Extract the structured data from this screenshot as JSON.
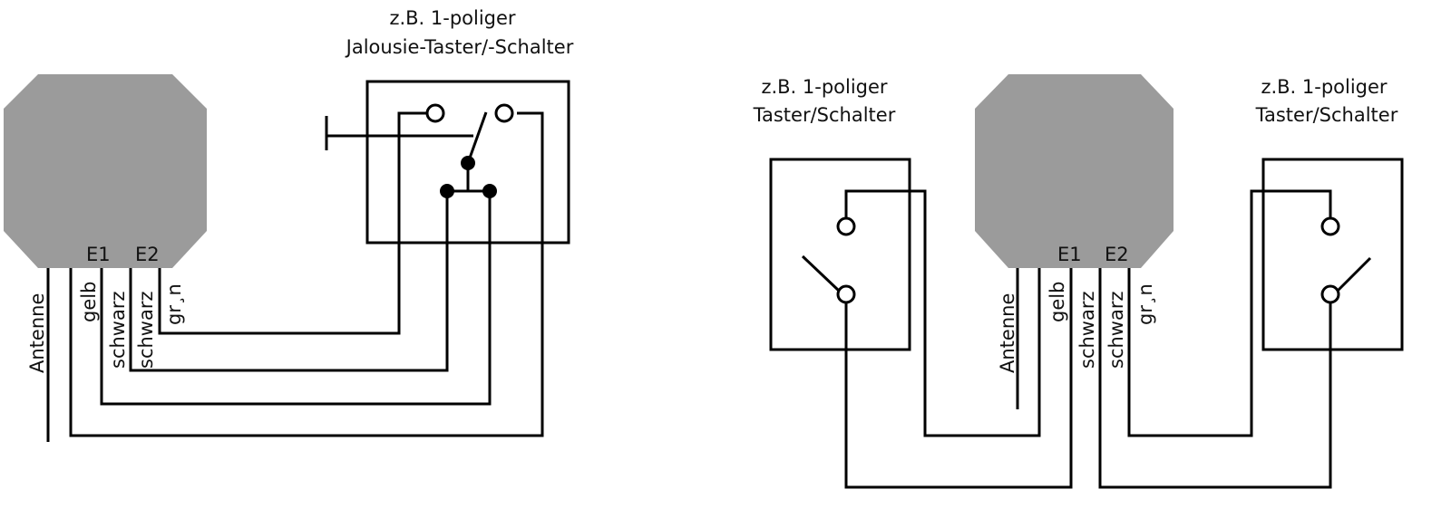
{
  "left": {
    "switch_label_line1": "z.B. 1-poliger",
    "switch_label_line2": "Jalousie-Taster/-Schalter",
    "inputs": {
      "e1": "E1",
      "e2": "E2"
    },
    "wires": [
      "Antenne",
      "gelb",
      "schwarz",
      "schwarz",
      "gr¸n"
    ]
  },
  "right": {
    "switch_left_line1": "z.B. 1-poliger",
    "switch_left_line2": "Taster/Schalter",
    "switch_right_line1": "z.B. 1-poliger",
    "switch_right_line2": "Taster/Schalter",
    "inputs": {
      "e1": "E1",
      "e2": "E2"
    },
    "wires": [
      "Antenne",
      "gelb",
      "schwarz",
      "schwarz",
      "gr¸n"
    ]
  },
  "colors": {
    "device": "#9b9b9b",
    "wire": "#000000",
    "background": "#ffffff"
  }
}
